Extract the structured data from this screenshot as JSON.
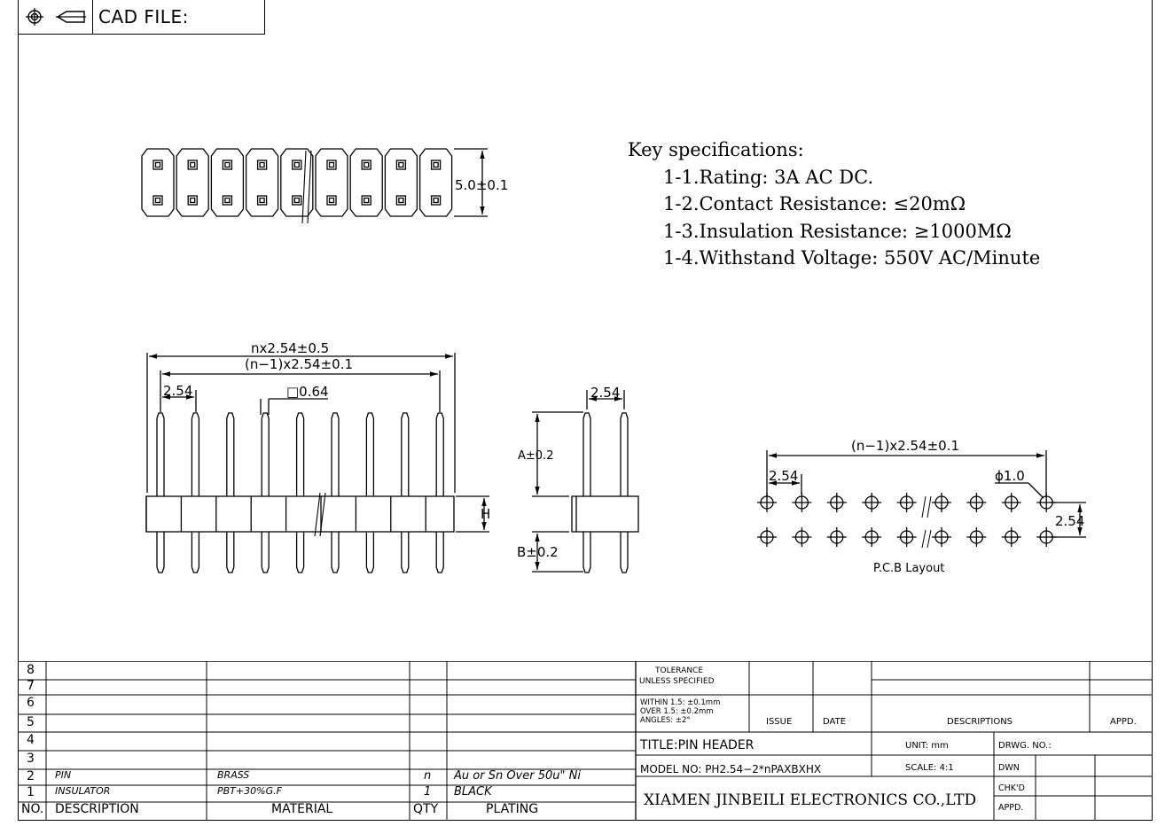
{
  "header": {
    "cad_label": "CAD FILE:",
    "icons": [
      "target-symbol-icon",
      "projection-cone-icon"
    ]
  },
  "top_view": {
    "dimension": "5.0±0.1"
  },
  "spec": {
    "title": "Key specifications:",
    "items": [
      "1-1.Rating: 3A AC DC.",
      "1-2.Contact Resistance: ≤20mΩ",
      "1-3.Insulation Resistance: ≥1000MΩ",
      "1-4.Withstand Voltage: 550V AC/Minute"
    ]
  },
  "front_view": {
    "overall": "nx2.54±0.5",
    "span": "(n−1)x2.54±0.1",
    "pitch": "2.54",
    "pin_size": "□0.64",
    "height_label": "H"
  },
  "side_view": {
    "pitch": "2.54",
    "a_dim": "A±0.2",
    "b_dim": "B±0.2"
  },
  "pcb": {
    "span": "(n−1)x2.54±0.1",
    "pitch_x": "2.54",
    "hole": "ϕ1.0",
    "pitch_y": "2.54",
    "caption": "P.C.B Layout"
  },
  "parts_table": {
    "header": {
      "no": "NO.",
      "description": "DESCRIPTION",
      "material": "MATERIAL",
      "qty": "QTY",
      "plating": "PLATING"
    },
    "rows": [
      {
        "no": "8",
        "description": "",
        "material": "",
        "qty": "",
        "plating": ""
      },
      {
        "no": "7",
        "description": "",
        "material": "",
        "qty": "",
        "plating": ""
      },
      {
        "no": "6",
        "description": "",
        "material": "",
        "qty": "",
        "plating": ""
      },
      {
        "no": "5",
        "description": "",
        "material": "",
        "qty": "",
        "plating": ""
      },
      {
        "no": "4",
        "description": "",
        "material": "",
        "qty": "",
        "plating": ""
      },
      {
        "no": "3",
        "description": "",
        "material": "",
        "qty": "",
        "plating": ""
      },
      {
        "no": "2",
        "description": "PIN",
        "material": "BRASS",
        "qty": "n",
        "plating": "Au or Sn Over 50u\" Ni"
      },
      {
        "no": "1",
        "description": "INSULATOR",
        "material": "PBT+30%G.F",
        "qty": "1",
        "plating": "BLACK"
      }
    ]
  },
  "title_block": {
    "tolerance_1": "TOLERANCE",
    "tolerance_2": "UNLESS SPECIFIED",
    "within": "WITHIN 1.5: ±0.1mm",
    "over": "OVER 1.5: ±0.2mm",
    "angles": "ANGLES: ±2°",
    "issue": "ISSUE",
    "date": "DATE",
    "descriptions": "DESCRIPTIONS",
    "appd_header": "APPD.",
    "title": "TITLE:PIN HEADER",
    "unit": "UNIT: mm",
    "drwg_no": "DRWG. NO.:",
    "model": "MODEL NO: PH2.54−2*nPAXBXHX",
    "scale": "SCALE: 4:1",
    "dwn": "DWN",
    "chkd": "CHK'D",
    "appd": "APPD.",
    "company": "XIAMEN JINBEILI ELECTRONICS CO.,LTD"
  }
}
